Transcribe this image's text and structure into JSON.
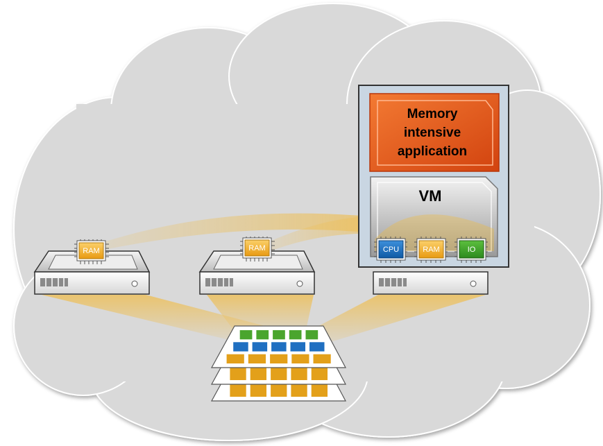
{
  "application": {
    "lines": [
      "Memory",
      "intensive",
      "application"
    ],
    "fill_color": "#e85a1c"
  },
  "vm": {
    "label": "VM"
  },
  "chips": {
    "cpu": "CPU",
    "ram": "RAM",
    "io": "IO"
  },
  "colors": {
    "cloud": "#d9d9d9",
    "ram_chip": "#f5b024",
    "cpu_chip": "#1569b8",
    "io_chip": "#3c9b2a",
    "beam": "#f2b93a",
    "grid_green": "#4aa52e",
    "grid_blue": "#1f6fc1",
    "grid_orange": "#e3a01a"
  }
}
